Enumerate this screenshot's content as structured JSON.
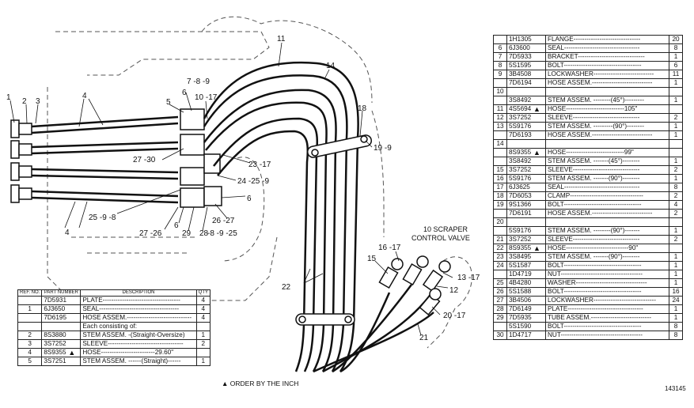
{
  "callouts": [
    {
      "id": "c1",
      "text": "1"
    },
    {
      "id": "c2",
      "text": "2"
    },
    {
      "id": "c3",
      "text": "3"
    },
    {
      "id": "c4a",
      "text": "4"
    },
    {
      "id": "c4b",
      "text": "4"
    },
    {
      "id": "c5",
      "text": "5"
    },
    {
      "id": "c6a",
      "text": "6"
    },
    {
      "id": "c789",
      "text": "7 -8 -9"
    },
    {
      "id": "c1017",
      "text": "10 -17"
    },
    {
      "id": "c11",
      "text": "11"
    },
    {
      "id": "c14",
      "text": "14"
    },
    {
      "id": "c18",
      "text": "18"
    },
    {
      "id": "c199",
      "text": "19 -9"
    },
    {
      "id": "c2730",
      "text": "27 -30"
    },
    {
      "id": "c2317",
      "text": "23 -17"
    },
    {
      "id": "c24",
      "text": "24 -25 -9"
    },
    {
      "id": "c6b",
      "text": "6"
    },
    {
      "id": "c2627",
      "text": "26 -27"
    },
    {
      "id": "c25",
      "text": "25 -9 -8"
    },
    {
      "id": "c2726",
      "text": "27 -26"
    },
    {
      "id": "c6c",
      "text": "6"
    },
    {
      "id": "c29",
      "text": "29"
    },
    {
      "id": "c28",
      "text": "28"
    },
    {
      "id": "c2825",
      "text": "-8 -9 -25"
    },
    {
      "id": "c22",
      "text": "22"
    },
    {
      "id": "c15",
      "text": "15"
    },
    {
      "id": "c1617",
      "text": "16 -17"
    },
    {
      "id": "c1317",
      "text": "13 -17"
    },
    {
      "id": "c12",
      "text": "12"
    },
    {
      "id": "c2017",
      "text": "20 -17"
    },
    {
      "id": "c21",
      "text": "21"
    },
    {
      "id": "cvalve1",
      "text": "10 SCRAPER"
    },
    {
      "id": "cvalve2",
      "text": "CONTROL VALVE"
    }
  ],
  "left_table": {
    "headers": {
      "ref": "REF. NO.",
      "part": "PART NUMBER",
      "desc": "DESCRIPTION",
      "qty": "QTY"
    },
    "rows": [
      {
        "ref": "",
        "part": "7D5931",
        "desc": "PLATE------------------------------------",
        "qty": "4",
        "mark": ""
      },
      {
        "ref": "1",
        "part": "6J3650",
        "desc": "SEAL-------------------------------------",
        "qty": "4",
        "mark": ""
      },
      {
        "ref": "",
        "part": "7D6195",
        "desc": "HOSE ASSEM.------------------------------",
        "qty": "4",
        "mark": ""
      },
      {
        "ref": "",
        "part": "",
        "desc": "Each consisting of:",
        "qty": "",
        "mark": ""
      },
      {
        "ref": "2",
        "part": "8S3880",
        "desc": "STEM ASSEM. -(Straight-Oversize)",
        "qty": "1",
        "mark": ""
      },
      {
        "ref": "3",
        "part": "3S7252",
        "desc": "SLEEVE-----------------------------------",
        "qty": "2",
        "mark": ""
      },
      {
        "ref": "4",
        "part": "8S9355",
        "desc": "HOSE-------------------------29.60\"",
        "qty": "",
        "mark": "▲"
      },
      {
        "ref": "5",
        "part": "3S7251",
        "desc": "STEM ASSEM. ------(Straight)------",
        "qty": "1",
        "mark": ""
      }
    ]
  },
  "right_table": {
    "rows": [
      {
        "ref": "",
        "part": "1H1305",
        "desc": "FLANGE-------------------------------",
        "qty": "20",
        "mark": ""
      },
      {
        "ref": "6",
        "part": "6J3600",
        "desc": "SEAL-----------------------------------",
        "qty": "8",
        "mark": ""
      },
      {
        "ref": "7",
        "part": "7D5933",
        "desc": "BRACKET-------------------------------",
        "qty": "1",
        "mark": ""
      },
      {
        "ref": "8",
        "part": "5S1595",
        "desc": "BOLT------------------------------------",
        "qty": "6",
        "mark": ""
      },
      {
        "ref": "9",
        "part": "3B4508",
        "desc": "LOCKWASHER----------------------------",
        "qty": "11",
        "mark": ""
      },
      {
        "ref": "",
        "part": "7D6194",
        "desc": "HOSE ASSEM.----------------------------",
        "qty": "1",
        "mark": ""
      },
      {
        "ref": "10",
        "part": "",
        "desc": "",
        "qty": "",
        "mark": ""
      },
      {
        "ref": "",
        "part": "3S8492",
        "desc": "   STEM ASSEM. --------(45°)---------",
        "qty": "1",
        "mark": ""
      },
      {
        "ref": "11",
        "part": "4S5694",
        "desc": "   HOSE---------------------------105\"",
        "qty": "",
        "mark": "▲"
      },
      {
        "ref": "12",
        "part": "3S7252",
        "desc": "   SLEEVE-------------------------------",
        "qty": "2",
        "mark": ""
      },
      {
        "ref": "13",
        "part": "5S9176",
        "desc": "   STEM ASSEM. ---------(90°)--------",
        "qty": "1",
        "mark": ""
      },
      {
        "ref": "",
        "part": "7D6193",
        "desc": "HOSE ASSEM.----------------------------",
        "qty": "1",
        "mark": ""
      },
      {
        "ref": "14",
        "part": "",
        "desc": "",
        "qty": "",
        "mark": ""
      },
      {
        "ref": "",
        "part": "8S9355",
        "desc": "   HOSE---------------------------99\"",
        "qty": "",
        "mark": "▲"
      },
      {
        "ref": "",
        "part": "3S8492",
        "desc": "   STEM ASSEM. -------(45°)--------",
        "qty": "1",
        "mark": ""
      },
      {
        "ref": "15",
        "part": "3S7252",
        "desc": "   SLEEVE-------------------------------",
        "qty": "2",
        "mark": ""
      },
      {
        "ref": "16",
        "part": "5S9176",
        "desc": "   STEM ASSEM. -------(90°)--------",
        "qty": "1",
        "mark": ""
      },
      {
        "ref": "17",
        "part": "6J3625",
        "desc": "SEAL-----------------------------------",
        "qty": "8",
        "mark": ""
      },
      {
        "ref": "18",
        "part": "7D6053",
        "desc": "CLAMP----------------------------------",
        "qty": "2",
        "mark": ""
      },
      {
        "ref": "19",
        "part": "9S1366",
        "desc": "BOLT------------------------------------",
        "qty": "4",
        "mark": ""
      },
      {
        "ref": "",
        "part": "7D6191",
        "desc": "HOSE ASSEM.----------------------------",
        "qty": "2",
        "mark": ""
      },
      {
        "ref": "20",
        "part": "",
        "desc": "",
        "qty": "",
        "mark": ""
      },
      {
        "ref": "",
        "part": "5S9176",
        "desc": "   STEM ASSEM. --------(90°)-------",
        "qty": "1",
        "mark": ""
      },
      {
        "ref": "21",
        "part": "3S7252",
        "desc": "   SLEEVE-------------------------------",
        "qty": "2",
        "mark": ""
      },
      {
        "ref": "22",
        "part": "8S9355",
        "desc": "   HOSE-----------------------------90\"",
        "qty": "",
        "mark": "▲"
      },
      {
        "ref": "23",
        "part": "3S8495",
        "desc": "   STEM ASSEM. -------(90°)--------",
        "qty": "1",
        "mark": ""
      },
      {
        "ref": "24",
        "part": "5S1587",
        "desc": "BOLT------------------------------------",
        "qty": "1",
        "mark": ""
      },
      {
        "ref": "",
        "part": "1D4719",
        "desc": "NUT--------------------------------------",
        "qty": "1",
        "mark": ""
      },
      {
        "ref": "25",
        "part": "4B4280",
        "desc": "WASHER---------------------------------",
        "qty": "1",
        "mark": ""
      },
      {
        "ref": "26",
        "part": "5S1588",
        "desc": "BOLT------------------------------------",
        "qty": "16",
        "mark": ""
      },
      {
        "ref": "27",
        "part": "3B4506",
        "desc": "LOCKWASHER-----------------------------",
        "qty": "24",
        "mark": ""
      },
      {
        "ref": "28",
        "part": "7D6149",
        "desc": "PLATE-----------------------------------",
        "qty": "1",
        "mark": ""
      },
      {
        "ref": "29",
        "part": "7D5935",
        "desc": "TUBE ASSEM.----------------------------",
        "qty": "1",
        "mark": ""
      },
      {
        "ref": "",
        "part": "5S1590",
        "desc": "BOLT------------------------------------",
        "qty": "8",
        "mark": ""
      },
      {
        "ref": "30",
        "part": "1D4717",
        "desc": "NUT--------------------------------------",
        "qty": "8",
        "mark": ""
      }
    ]
  },
  "notes": {
    "order": "▲ ORDER BY THE INCH",
    "illustration": "143145"
  }
}
